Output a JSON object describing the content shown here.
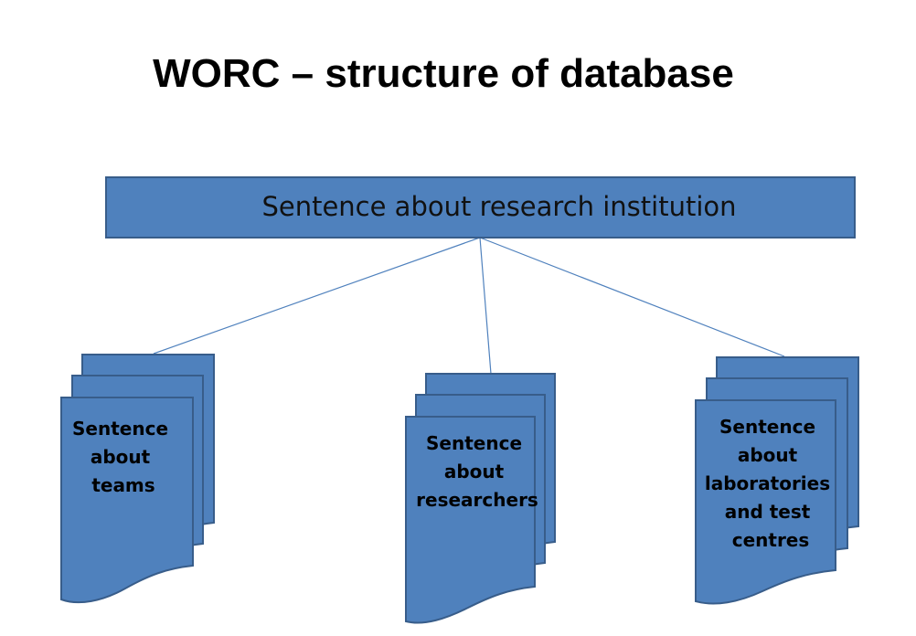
{
  "title": "WORC – structure of database",
  "colors": {
    "fill": "#4f81bd",
    "stroke": "#385d8a",
    "connector": "#4f81bd"
  },
  "root": {
    "label": "Sentence about research institution"
  },
  "children": [
    {
      "lines": [
        "Sentence",
        "about",
        "teams"
      ]
    },
    {
      "lines": [
        "Sentence",
        "about",
        "researchers"
      ]
    },
    {
      "lines": [
        "Sentence",
        "about",
        "laboratories",
        "and test",
        "centres"
      ]
    }
  ]
}
